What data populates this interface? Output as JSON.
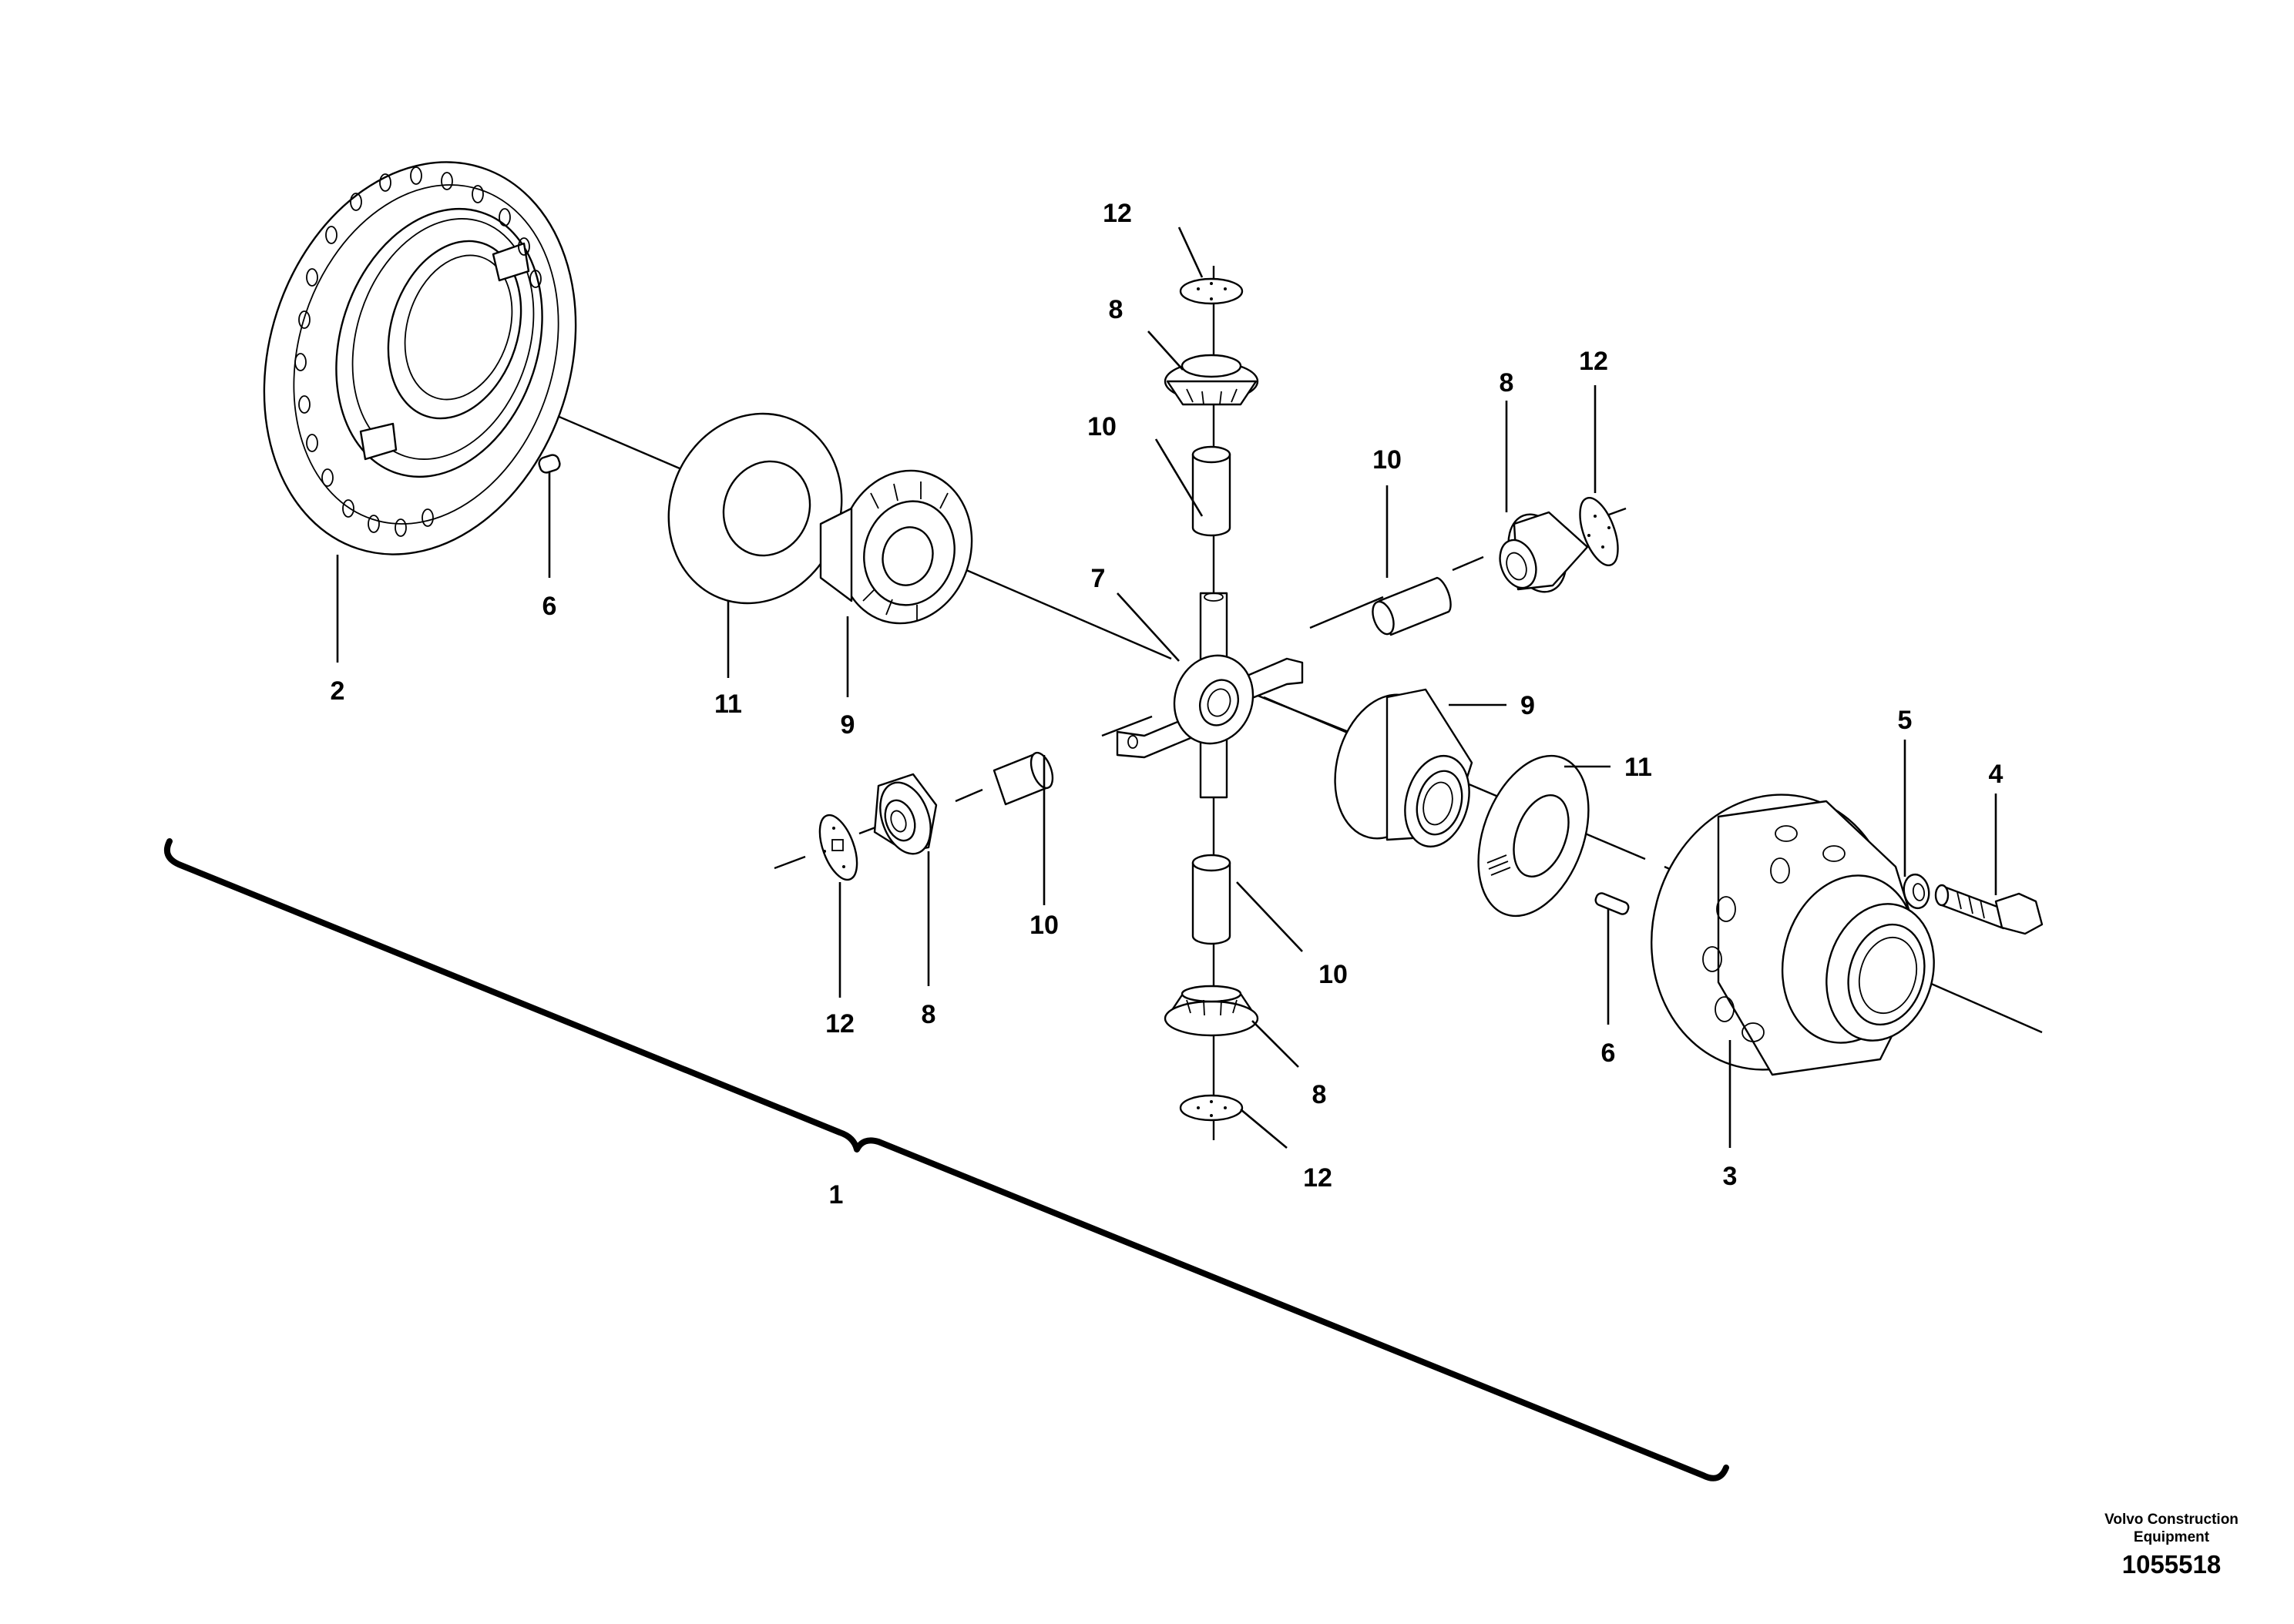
{
  "callouts": {
    "c1": "1",
    "c2": "2",
    "c3": "3",
    "c4": "4",
    "c5": "5",
    "c6a": "6",
    "c6b": "6",
    "c7": "7",
    "c8a": "8",
    "c8b": "8",
    "c8c": "8",
    "c8d": "8",
    "c9a": "9",
    "c9b": "9",
    "c10a": "10",
    "c10b": "10",
    "c10c": "10",
    "c10d": "10",
    "c11a": "11",
    "c11b": "11",
    "c12a": "12",
    "c12b": "12",
    "c12c": "12",
    "c12d": "12"
  },
  "footer": {
    "line1": "Volvo Construction",
    "line2": "Equipment",
    "number": "1055518"
  }
}
